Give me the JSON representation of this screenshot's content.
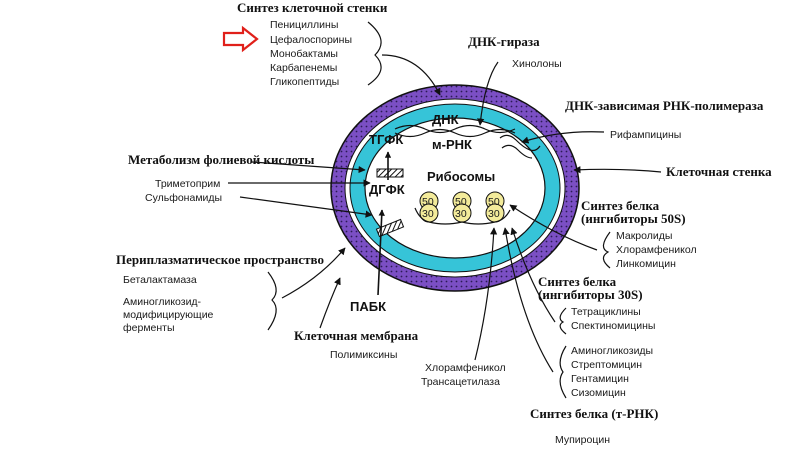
{
  "colors": {
    "outer_wall": "#7b4fc4",
    "cytoplasm_band": "#36c4d8",
    "ribosome_fill": "#f3eb9a",
    "highlight_arrow": "#e0201a"
  },
  "cell_wall_synthesis": {
    "title": "Синтез клеточной стенки",
    "items": [
      "Пенициллины",
      "Цефалоспорины",
      "Монобактамы",
      "Карбапенемы",
      "Гликопептиды"
    ],
    "highlight_icon": "right-arrow-outline-icon"
  },
  "dna_gyrase": {
    "title": "ДНК-гираза",
    "item": "Хинолоны"
  },
  "rna_polymerase": {
    "title": "ДНК-зависимая РНК-полимераза",
    "item": "Рифампицины"
  },
  "cell_wall_label": "Клеточная стенка",
  "folate": {
    "title": "Метаболизм фолиевой кислоты",
    "items": [
      "Триметоприм",
      "Сульфонамиды"
    ]
  },
  "periplasm": {
    "title": "Периплазматическое пространство",
    "items": [
      "Беталактамаза",
      "Аминогликозид-",
      "модифицирующие",
      "ферменты"
    ]
  },
  "membrane": {
    "title": "Клеточная мембрана",
    "item": "Полимиксины"
  },
  "cell_interior": {
    "dna": "ДНК",
    "mrna": "м-РНК",
    "thfa": "ТГФК",
    "dhfa": "ДГФК",
    "ribosomes": "Рибосомы",
    "paba": "ПАБК",
    "subunit_large": "50",
    "subunit_small": "30"
  },
  "protein_50s": {
    "title_line1": "Синтез белка",
    "title_line2": "(ингибиторы 50S)",
    "items": [
      "Макролиды",
      "Хлорамфеникол",
      "Линкомицин"
    ]
  },
  "protein_30s": {
    "title_line1": "Синтез белка",
    "title_line2": "(ингибиторы 30S)",
    "items1": [
      "Тетрациклины",
      "Спектиномицины"
    ],
    "items2": [
      "Аминогликозиды",
      "Стрептомицин",
      "Гентамицин",
      "Сизомицин"
    ]
  },
  "chloramphenicol": {
    "items": [
      "Хлорамфеникол",
      "Трансацетилаза"
    ]
  },
  "trna": {
    "title": "Синтез белка (т-РНК)",
    "item": "Мупироцин"
  }
}
